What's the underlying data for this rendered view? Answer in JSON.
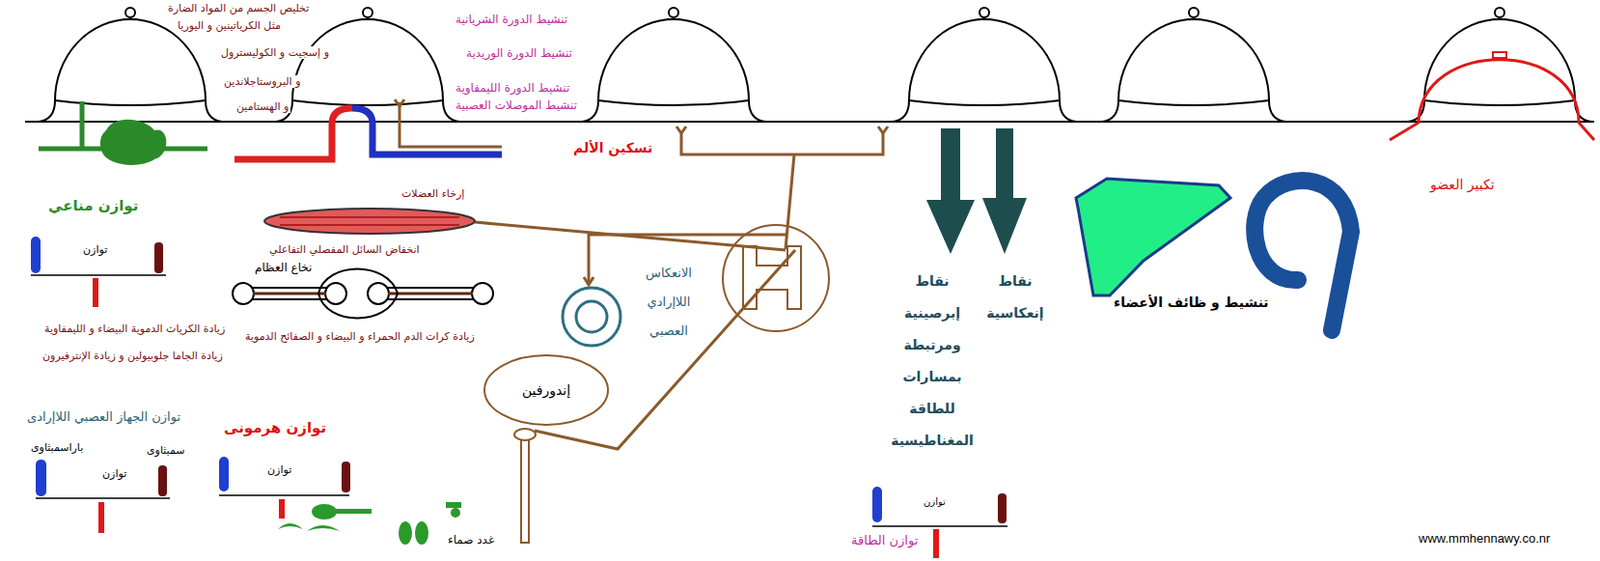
{
  "diagram": {
    "nodes": [
      {
        "text": [
          "إندورفين"
        ]
      }
    ],
    "labels": [
      "تخليص الجسم من المواد الضارة",
      "مثل الكرياتينين و اليوريا",
      "و إسجيت و الكوليسترول",
      "و البروستاجلاندين",
      "و الهستامين",
      "تنشيط الدورة الشريانية",
      "تنشيط الدورة الوريدية",
      "تنشيط الدورة الليمفاوية",
      "تنشيط الموصلات العصبية",
      "تسكين الألم",
      "إرخاء العضلات",
      "انخفاض السائل المفصلي التفاعلي",
      "نخاع العظام",
      "زيادة كرات الدم الحمراء و البيضاء و الصفائح الدموية",
      "توازن مناعي",
      "توازن",
      "زيادة الكريات الدموية البيضاء و الليمفاوية",
      "زيادة الجاما جلوبيولين و زيادة الإنترفيرون",
      "الانعكاس اللاإرادي العصبي",
      "نقاط إبرصينية ومرتبطة بمسارات للطاقة المغناطيسية",
      "نقاط إنعكاسية",
      "تنشيط و ظائف الأعضاء",
      "تكبير العضو",
      "توازن الجهاز العصبي اللاإرادى",
      "باراسمبثاوى",
      "سمبثاوى",
      "توازن",
      "توازن هرمونى",
      "توازن",
      "غدد صماء",
      "توازن",
      "توازن الطاقة",
      "www.mmhennawy.co.nr"
    ]
  }
}
